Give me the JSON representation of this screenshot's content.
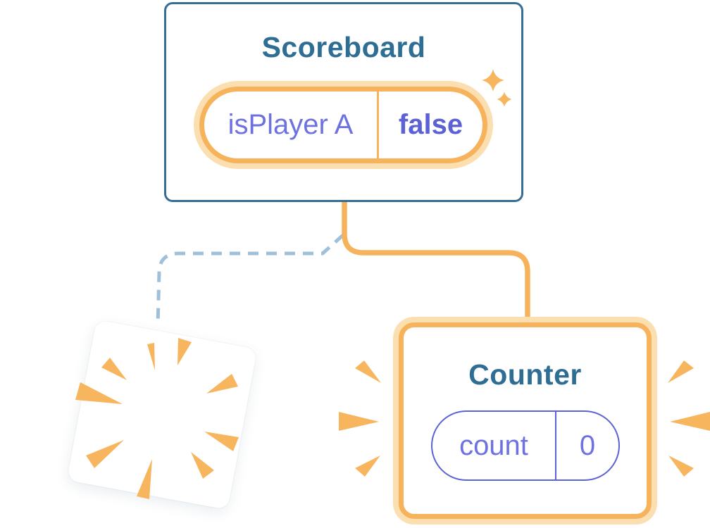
{
  "scoreboard": {
    "title": "Scoreboard",
    "state": {
      "name": "isPlayer A",
      "value": "false"
    }
  },
  "counter": {
    "title": "Counter",
    "state": {
      "name": "count",
      "value": "0"
    }
  },
  "icons": {
    "sparkles": "sparkles-icon",
    "burst": "destruction-burst-icon",
    "emphasis_left": "emphasis-marks-left-icon",
    "emphasis_right": "emphasis-marks-right-icon"
  },
  "colors": {
    "canvas_bg": "#ffffff",
    "card_bg": "#ffffff",
    "card_border_blue": "#336e95",
    "title_blue": "#2e6d94",
    "state_orange": "#f6b35c",
    "state_orange_halo": "#fcdfb1",
    "indigo_text": "#6e72e0",
    "indigo_value": "#5c61d6",
    "counter_pill_border": "#5d62d7",
    "removed_edge_blue": "#9fc0d8",
    "burst_orange": "#f7b55e"
  }
}
